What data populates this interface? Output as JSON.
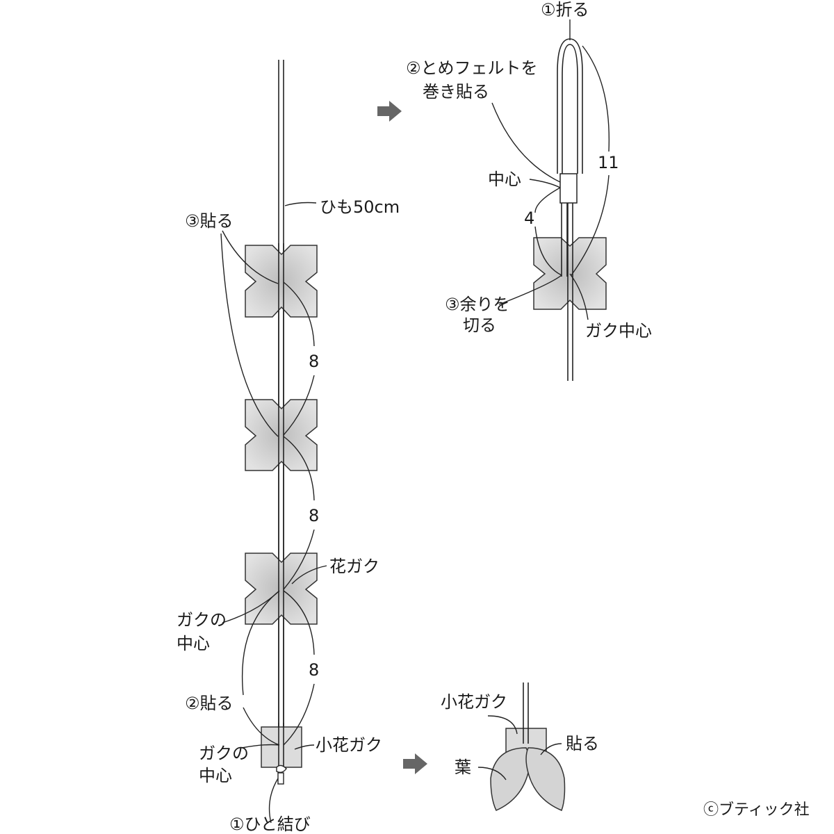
{
  "colors": {
    "felt_fill": "#d4d4d4",
    "felt_center": "#c4c4c4",
    "line": "#222222",
    "arrow": "#666666"
  },
  "labels": {
    "cord": "ひも50cm",
    "step3_paste": "③貼る",
    "dim_8_a": "8",
    "dim_8_b": "8",
    "dim_8_c": "8",
    "flower_calyx": "花ガク",
    "calyx_center_1a": "ガクの",
    "calyx_center_1b": "中心",
    "step2_paste": "②貼る",
    "small_calyx_main": "小花ガク",
    "calyx_center_2a": "ガクの",
    "calyx_center_2b": "中心",
    "step1_knot": "①ひと結び",
    "step1_fold": "①折る",
    "step2_wrap_a": "②とめフェルトを",
    "step2_wrap_b": "巻き貼る",
    "center": "中心",
    "dim_11": "11",
    "dim_4": "4",
    "step3_cut_a": "③余りを",
    "step3_cut_b": "切る",
    "calyx_center_top": "ガク中心",
    "small_calyx_right": "小花ガク",
    "paste": "貼る",
    "leaf": "葉",
    "copyright": "ⓒブティック社"
  }
}
